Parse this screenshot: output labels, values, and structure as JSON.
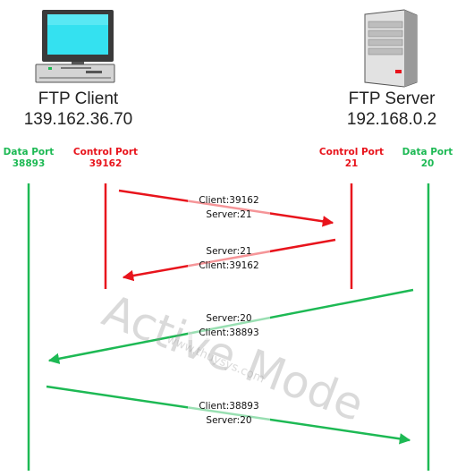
{
  "client": {
    "name": "FTP Client",
    "ip": "139.162.36.70"
  },
  "server": {
    "name": "FTP Server",
    "ip": "192.168.0.2"
  },
  "ports": {
    "client_data": {
      "label": "Data Port",
      "number": "38893"
    },
    "client_control": {
      "label": "Control Port",
      "number": "39162"
    },
    "server_control": {
      "label": "Control Port",
      "number": "21"
    },
    "server_data": {
      "label": "Data Port",
      "number": "20"
    }
  },
  "messages": [
    {
      "line1": "Client:39162",
      "line2": "Server:21"
    },
    {
      "line1": "Server:21",
      "line2": "Client:39162"
    },
    {
      "line1": "Server:20",
      "line2": "Client:38893"
    },
    {
      "line1": "Client:38893",
      "line2": "Server:20"
    }
  ],
  "watermark": {
    "title": "Active Mode",
    "url": "www.thuysys.com"
  },
  "colors": {
    "data": "#1db954",
    "control": "#e8141c"
  },
  "icons": {
    "client": "desktop-computer-icon",
    "server": "server-tower-icon"
  }
}
